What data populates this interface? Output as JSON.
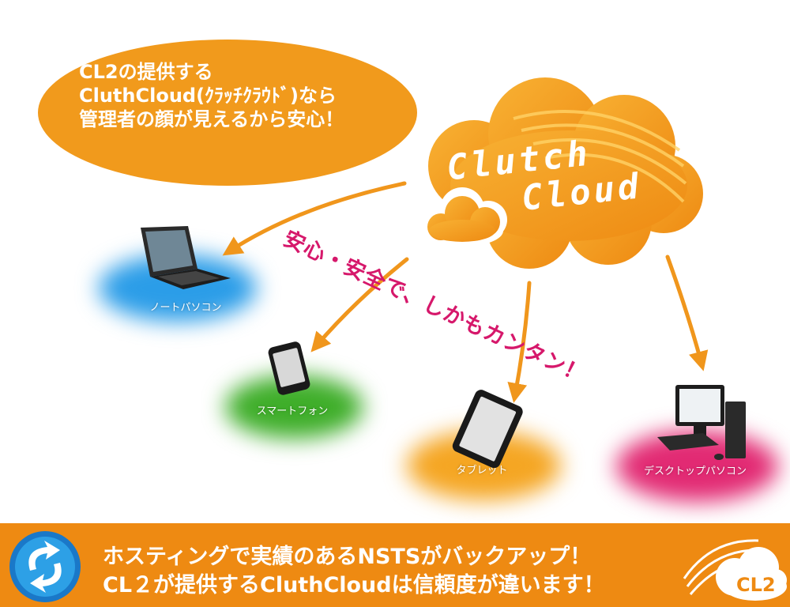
{
  "bubble": {
    "line1": "CL2の提供する",
    "line2": "CluthCloud(ｸﾗｯﾁｸﾗｳﾄﾞ)なら",
    "line3": "管理者の顔が見えるから安心！"
  },
  "cloud": {
    "title_line1": "Clutch",
    "title_line2": "Cloud"
  },
  "tagline": "安心・安全で、しかもカンタン！",
  "devices": {
    "laptop": "ノートパソコン",
    "phone": "スマートフォン",
    "tablet": "タブレット",
    "desktop": "デスクトップパソコン"
  },
  "footer": {
    "line1": "ホスティングで実績のあるNSTSがバックアップ！",
    "line2": "CL２が提供するCluthCloudは信頼度が違います！",
    "logo_text": "CL2"
  },
  "colors": {
    "orange": "#f19a1c",
    "footer_orange": "#ee8a12",
    "tagline_pink": "#d6186b",
    "glow_blue": "#2b9de8",
    "glow_green": "#3fae2a",
    "glow_orange": "#f5a623",
    "glow_pink": "#e22a73"
  },
  "icons": [
    "sync-logo-icon",
    "cl2-cloud-logo-icon",
    "cloud-icon",
    "laptop-icon",
    "smartphone-icon",
    "tablet-icon",
    "desktop-pc-icon"
  ]
}
